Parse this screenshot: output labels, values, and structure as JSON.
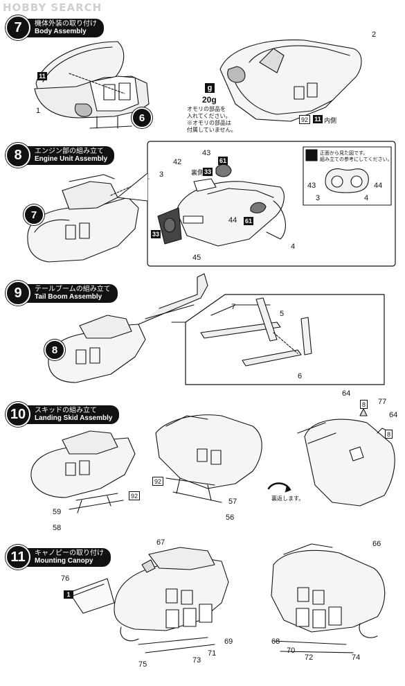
{
  "watermark": "HOBBY SEARCH",
  "steps": [
    {
      "num": "7",
      "jp": "機体外装の取り付け",
      "en": "Body Assembly"
    },
    {
      "num": "8",
      "jp": "エンジン部の組み立て",
      "en": "Engine Unit Assembly"
    },
    {
      "num": "9",
      "jp": "テールブームの組み立て",
      "en": "Tail Boom Assembly"
    },
    {
      "num": "10",
      "jp": "スキッドの組み立て",
      "en": "Landing Skid Assembly"
    },
    {
      "num": "11",
      "jp": "キャノピーの取り付け",
      "en": "Mounting Canopy"
    }
  ],
  "step7": {
    "part_1": "1",
    "part_2": "2",
    "box_11": "11",
    "ref_circle": "6",
    "weight_box": "g",
    "weight": "20g",
    "weight_note": [
      "オモリの部品を",
      "入れてください。",
      "※オモリの部品は",
      "付属していません。"
    ],
    "box_92": "92",
    "box_11b": "11",
    "inner_side": "内側"
  },
  "step8": {
    "ref_circle": "7",
    "parts": {
      "p43": "43",
      "p61": "61",
      "p42": "42",
      "rear": "裏側",
      "p33": "33",
      "p3": "3",
      "p44": "44",
      "p61b": "61",
      "p4": "4",
      "p33b": "33",
      "p45": "45"
    },
    "inset": {
      "note": [
        "正面から見た図です。",
        "組み立ての参考にしてください。"
      ],
      "p43": "43",
      "p44": "44",
      "p3": "3",
      "p4": "4"
    }
  },
  "step9": {
    "ref_circle": "8",
    "p7": "7",
    "p5": "5",
    "p6": "6"
  },
  "step10": {
    "p59": "59",
    "p58": "58",
    "box_92a": "92",
    "box_92b": "92",
    "p57": "57",
    "p56": "56",
    "flip": "裏返します。",
    "p64a": "64",
    "box_8a": "8",
    "p77": "77",
    "p64b": "64",
    "box_8b": "8"
  },
  "step11": {
    "p76": "76",
    "box_1": "1",
    "p67": "67",
    "p75": "75",
    "p73": "73",
    "p71": "71",
    "p69": "69",
    "p66": "66",
    "p68": "68",
    "p70": "70",
    "p72": "72",
    "p74": "74"
  }
}
